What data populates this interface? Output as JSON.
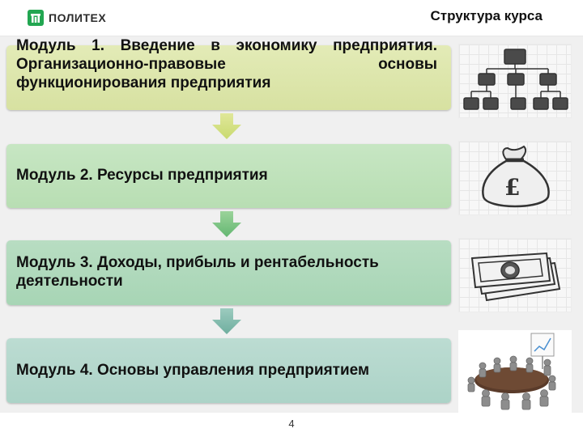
{
  "header": {
    "logo_text": "ПОЛИТЕХ",
    "title": "Структура курса"
  },
  "modules": [
    {
      "label": "Модуль 1. Введение в экономику предприятия.  Организационно-правовые основы функционирования предприятия"
    },
    {
      "label": "Модуль 2.  Ресурсы предприятия"
    },
    {
      "label": "Модуль 3. Доходы, прибыль и рентабельность деятельности"
    },
    {
      "label": "Модуль 4. Основы управления предприятием"
    }
  ],
  "illustrations": [
    "org-chart-icon",
    "money-bag-pound-icon",
    "banknotes-icon",
    "meeting-table-icon"
  ],
  "page_number": "4",
  "colors": {
    "brand_green": "#22a651",
    "module1": "#d7e1a1",
    "module2": "#b8deb3",
    "module3": "#a7d5b5",
    "module4": "#acd3c7",
    "arrow_top": "#d7e27f",
    "arrow_bottom": "#7ab6b0"
  }
}
